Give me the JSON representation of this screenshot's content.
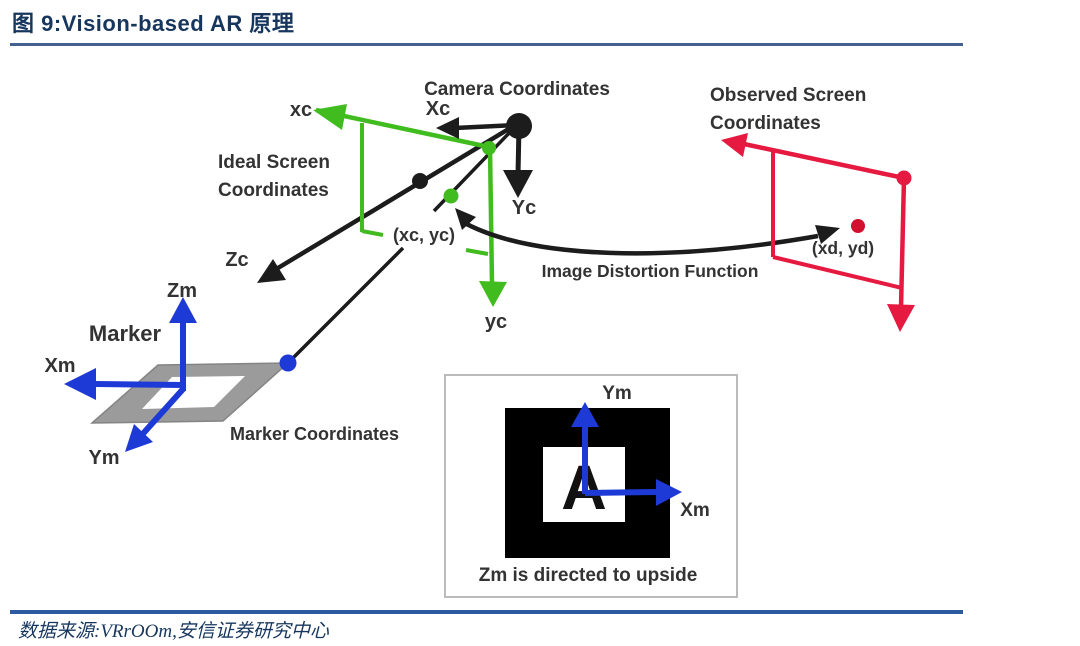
{
  "header": {
    "title": "图 9:Vision-based AR 原理"
  },
  "footer": {
    "source": "数据来源:VRrOOm,安信证券研究中心"
  },
  "colors": {
    "accent_navy": "#17365d",
    "green": "#41bc1e",
    "red": "#e61940",
    "blue": "#1e3ad6",
    "marker_gray": "#9b9b9b",
    "line_black": "#1c1c1c"
  },
  "diagram": {
    "camera": {
      "label": "Camera Coordinates",
      "axis_x": "Xc",
      "axis_y": "Yc",
      "axis_z": "Zc"
    },
    "ideal_screen": {
      "label1": "Ideal Screen",
      "label2": "Coordinates",
      "axis_x": "xc",
      "axis_y": "yc",
      "point": "(xc, yc)"
    },
    "observed_screen": {
      "label1": "Observed Screen",
      "label2": "Coordinates",
      "point": "(xd, yd)"
    },
    "distortion_label": "Image Distortion Function",
    "marker": {
      "label": "Marker",
      "axis_x": "Xm",
      "axis_y": "Ym",
      "axis_z": "Zm",
      "coords_label": "Marker Coordinates"
    },
    "pattern": {
      "letter": "A",
      "axis_x": "Xm",
      "axis_y": "Ym",
      "caption": "Zm is directed to upside"
    }
  }
}
